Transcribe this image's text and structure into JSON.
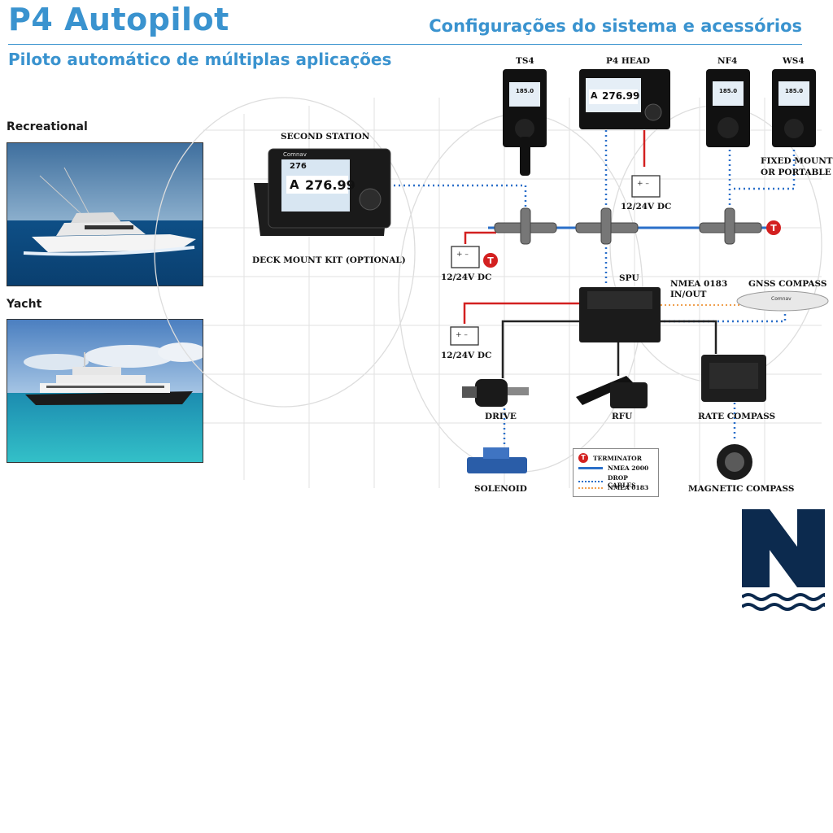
{
  "header": {
    "title": "P4 Autopilot",
    "subtitle_right": "Configurações do sistema e acessórios",
    "subtitle_left": "Piloto automático de múltiplas aplicações"
  },
  "vessels": [
    {
      "label": "Recreational"
    },
    {
      "label": "Yacht"
    }
  ],
  "devices": {
    "second_station": "SECOND STATION",
    "deck_mount": "DECK MOUNT KIT (OPTIONAL)",
    "ts4": "TS4",
    "p4_head": "P4 HEAD",
    "nf4": "NF4",
    "ws4": "WS4",
    "ws4_note_1": "FIXED MOUNT",
    "ws4_note_2": "OR PORTABLE",
    "power_a": "12/24V DC",
    "power_b": "12/24V DC",
    "power_c": "12/24V DC",
    "spu": "SPU",
    "nmea0183_1": "NMEA 0183",
    "nmea0183_2": "IN/OUT",
    "gnss": "GNSS COMPASS",
    "drive": "DRIVE",
    "rfu": "RFU",
    "rate_compass": "RATE COMPASS",
    "solenoid": "SOLENOID",
    "magnetic_compass": "MAGNETIC COMPASS",
    "display_big": "276.99",
    "display_heading": "276",
    "display_mode": "A",
    "small_display": "185.0",
    "brand": "Comnav"
  },
  "legend": {
    "terminator": "TERMINATOR",
    "nmea2000": "NMEA 2000",
    "drop_cables": "DROP CABLES",
    "nmea0183": "NMEA 0183"
  },
  "colors": {
    "accent": "#3a93cf",
    "nmea2000": "#2a6fc9",
    "power": "#d32020",
    "nmea0183": "#f0a050",
    "logo": "#0c2a4e"
  }
}
